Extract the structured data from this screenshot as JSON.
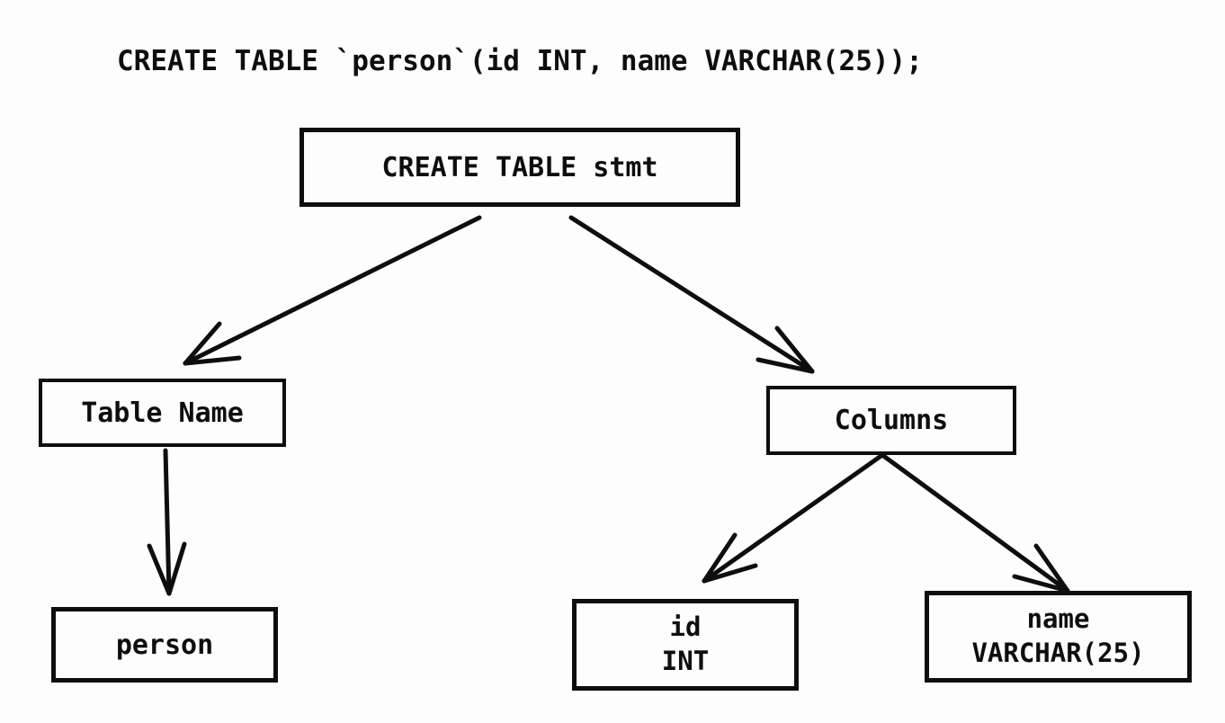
{
  "header": {
    "sql_statement": "CREATE TABLE `person`(id INT, name VARCHAR(25));"
  },
  "diagram": {
    "nodes": {
      "stmt": {
        "label": "CREATE TABLE stmt"
      },
      "table_name": {
        "label": "Table Name"
      },
      "columns": {
        "label": "Columns"
      },
      "person": {
        "label": "person"
      },
      "id_col": {
        "lines": [
          "id",
          "INT"
        ]
      },
      "name_col": {
        "lines": [
          "name",
          "VARCHAR(25)"
        ]
      }
    },
    "edges": [
      {
        "from": "stmt",
        "to": "table_name"
      },
      {
        "from": "stmt",
        "to": "columns"
      },
      {
        "from": "table_name",
        "to": "person"
      },
      {
        "from": "columns",
        "to": "id_col"
      },
      {
        "from": "columns",
        "to": "name_col"
      }
    ],
    "colors": {
      "stroke": "#0e0e0e",
      "background": "#fdfdfd"
    }
  }
}
